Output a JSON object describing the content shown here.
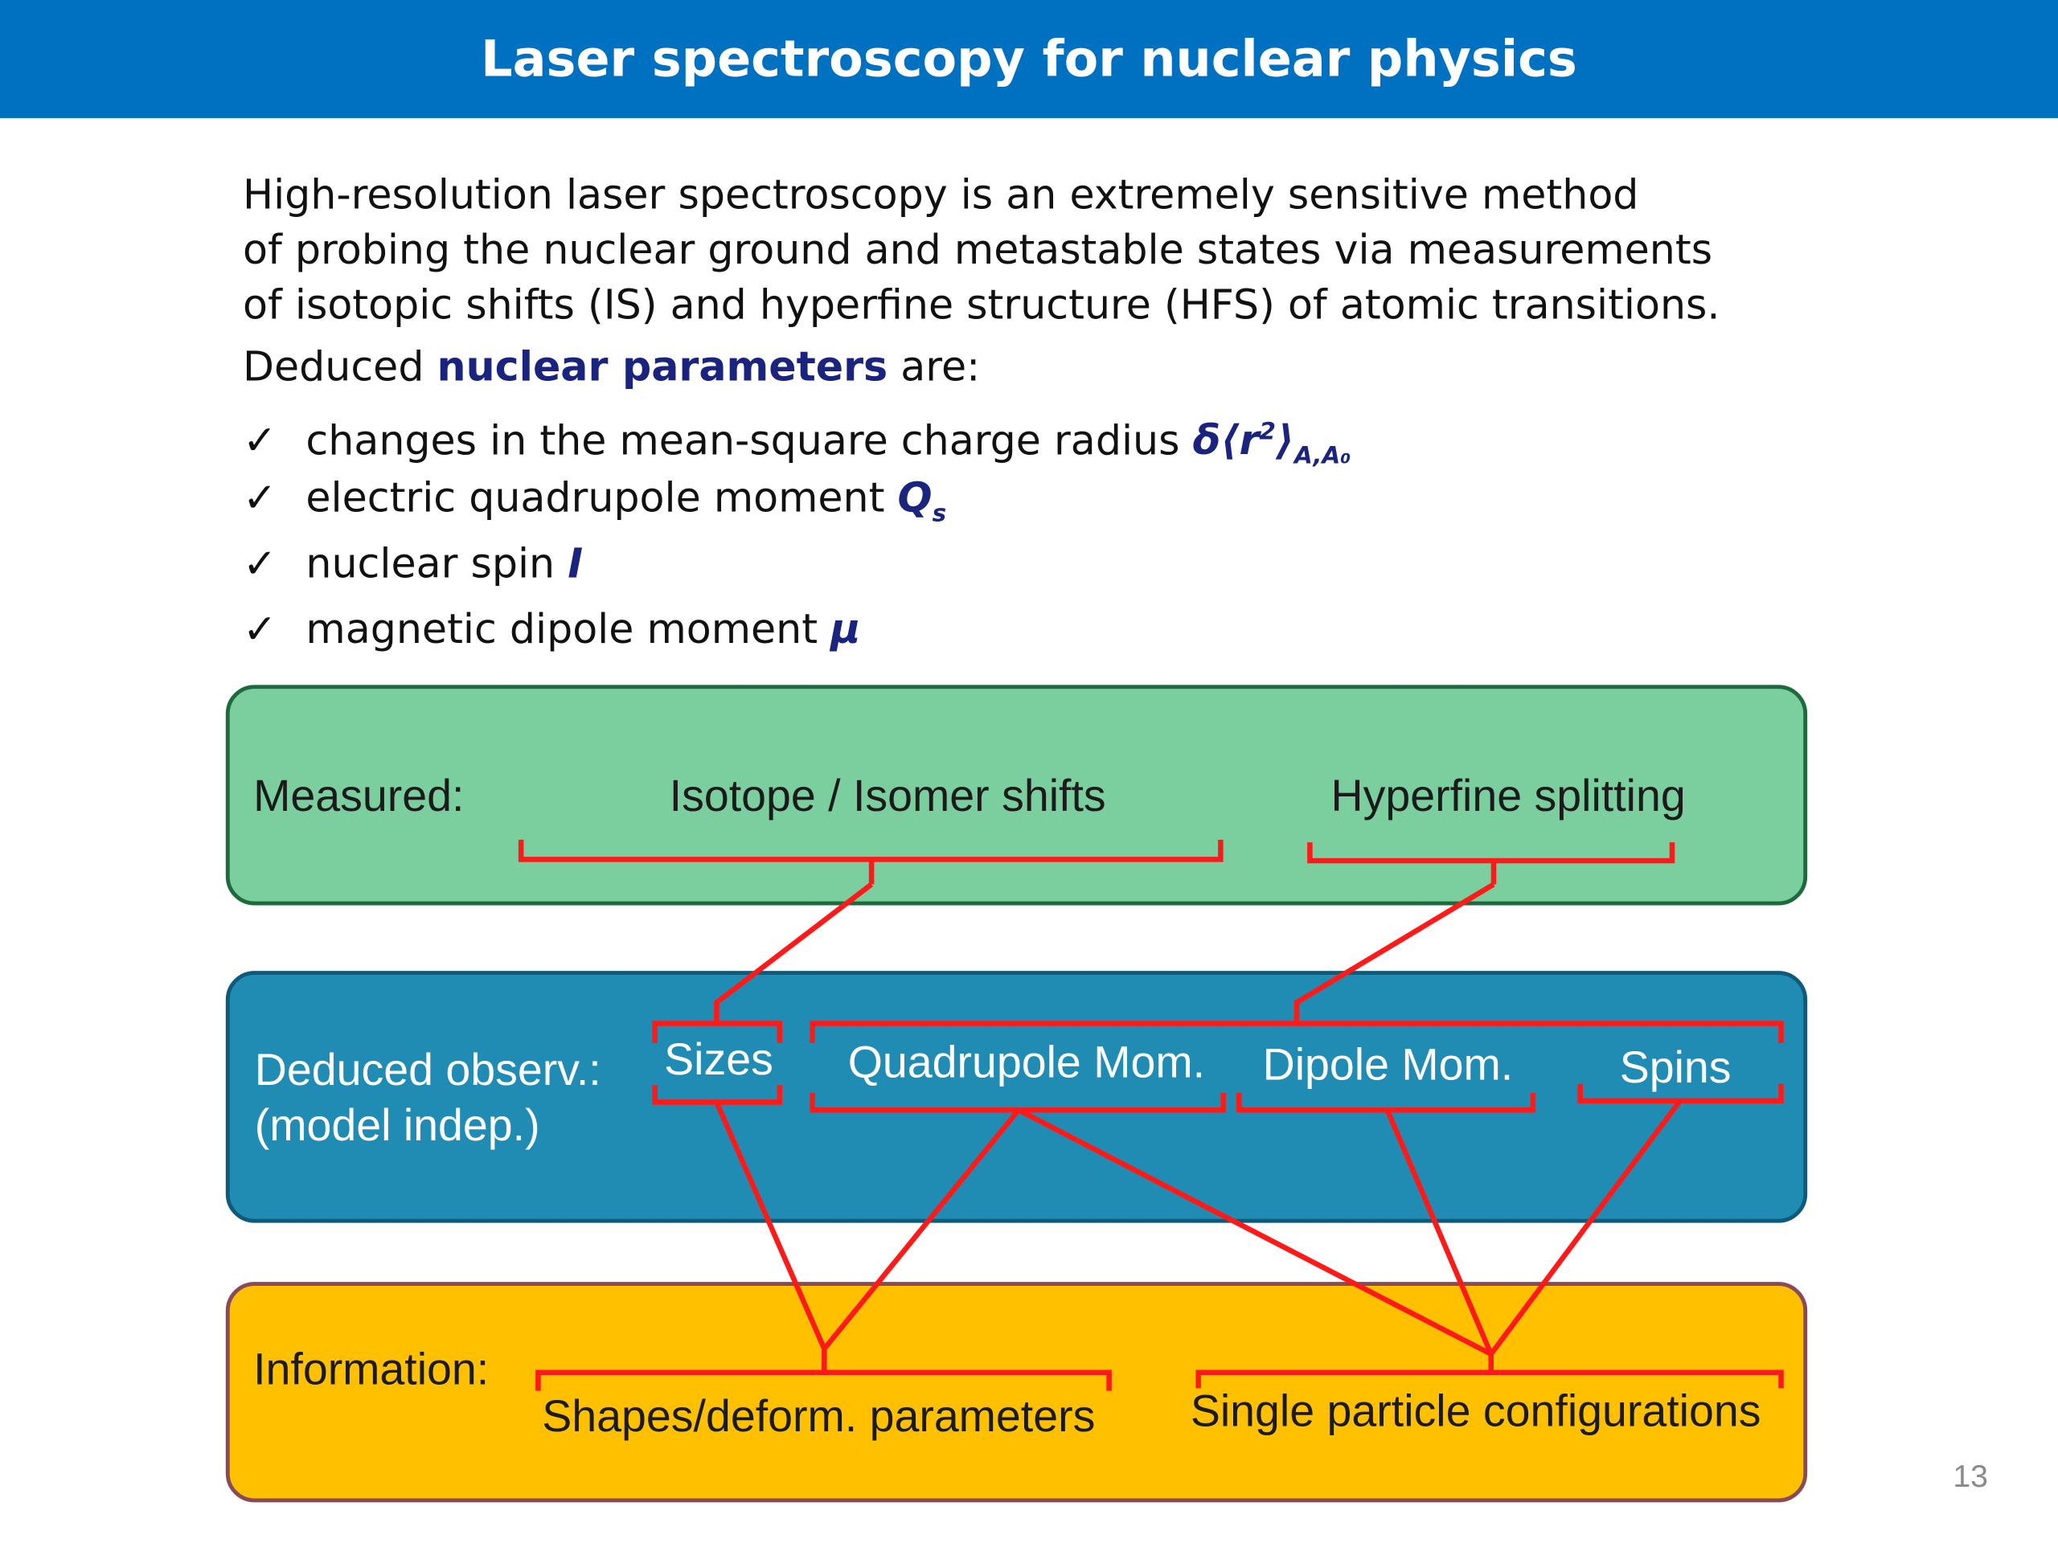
{
  "slide": {
    "title": "Laser spectroscopy for nuclear physics",
    "intro_lines": [
      "High-resolution laser spectroscopy is an extremely sensitive method",
      "of probing the nuclear ground and metastable states via measurements",
      "of isotopic shifts (IS) and hyperfine structure (HFS) of atomic transitions."
    ],
    "deduced_prefix": "Deduced ",
    "deduced_emphasis": "nuclear parameters",
    "deduced_suffix": " are:",
    "check_glyph": "✓",
    "bullets": [
      {
        "text": "changes in the mean-square charge radius ",
        "symbol": "δ⟨r",
        "sup": "2",
        "symbol_end": "⟩",
        "sub": "A,A₀"
      },
      {
        "text": "electric quadrupole moment ",
        "symbol": "Q",
        "sub": "s"
      },
      {
        "text": "nuclear spin ",
        "symbol": "I"
      },
      {
        "text": "magnetic dipole moment ",
        "symbol": "μ"
      }
    ],
    "page_number": "13"
  },
  "diagram": {
    "measured": {
      "label": "Measured:",
      "items": [
        "Isotope / Isomer shifts",
        "Hyperfine splitting"
      ]
    },
    "deduced": {
      "label_line1": "Deduced observ.:",
      "label_line2": "(model indep.)",
      "items": [
        "Sizes",
        "Quadrupole Mom.",
        "Dipole Mom.",
        "Spins"
      ]
    },
    "information": {
      "label": "Information:",
      "items": [
        "Shapes/deform. parameters",
        "Single particle configurations"
      ]
    },
    "colors": {
      "title_bar": "#0070c0",
      "measured_fill": "#7bcf9e",
      "deduced_fill": "#208cb4",
      "information_fill": "#ffc000",
      "connector": "#ff1a1a",
      "emphasis_text": "#1a237e"
    }
  }
}
